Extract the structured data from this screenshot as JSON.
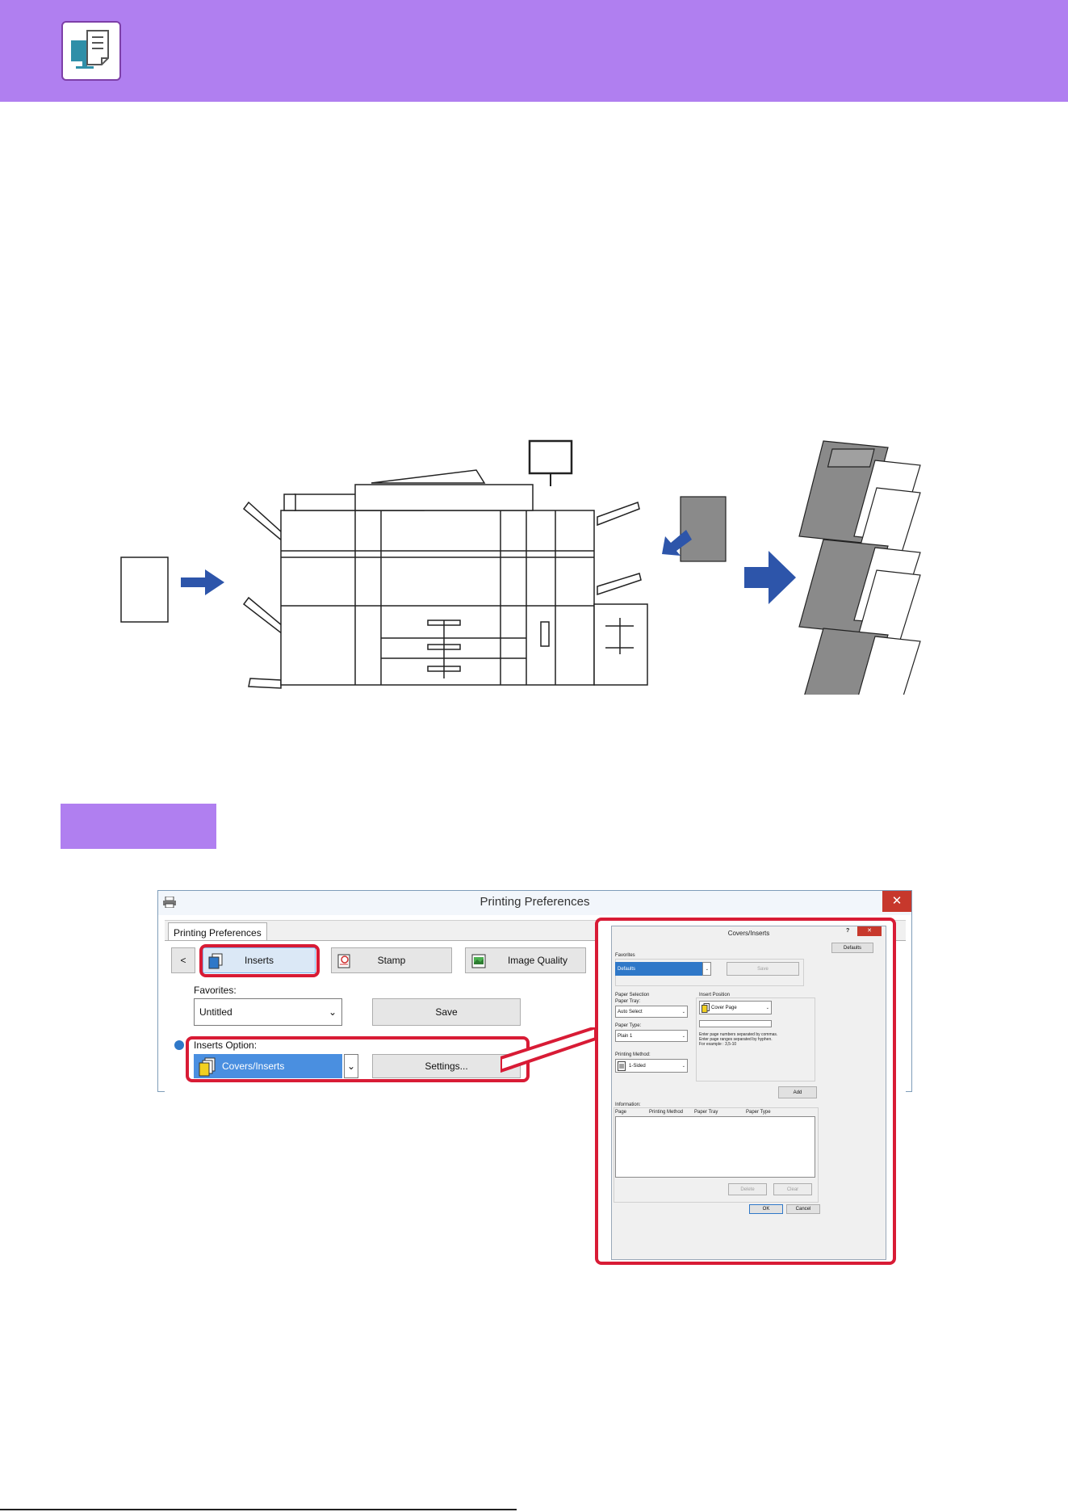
{
  "colors": {
    "header": "#b07ff0",
    "highlight": "#d81b35",
    "arrow": "#2d55aa",
    "selected": "#4a8fe0"
  },
  "icons": {
    "header": "computer-document-icon",
    "printer": "printer-icon",
    "inserts": "inserts-icon",
    "stamp": "stamp-icon",
    "image_quality": "image-quality-icon",
    "covers": "covers-inserts-icon"
  },
  "dialog": {
    "title": "Printing Preferences",
    "close_label": "✕",
    "tab": "Printing Preferences",
    "nav_back": "<",
    "tabs": {
      "inserts": "Inserts",
      "stamp": "Stamp",
      "image_quality": "Image Quality"
    },
    "favorites_label": "Favorites:",
    "favorites_value": "Untitled",
    "save_label": "Save",
    "inserts_option_label": "Inserts Option:",
    "inserts_option_value": "Covers/Inserts",
    "settings_label": "Settings..."
  },
  "covers_dialog": {
    "title": "Covers/Inserts",
    "help": "?",
    "close": "✕",
    "defaults": "Defaults",
    "favorites_label": "Favorites",
    "favorites_value": "Defaults",
    "save": "Save",
    "paper_selection": "Paper Selection",
    "paper_tray_label": "Paper Tray:",
    "paper_tray_value": "Auto Select",
    "paper_type_label": "Paper Type:",
    "paper_type_value": "Plain 1",
    "printing_method_label": "Printing Method:",
    "printing_method_value": "1-Sided",
    "insert_position": "Insert Position",
    "insert_position_value": "Cover Page",
    "hint_line1": "Enter page numbers separated by commas.",
    "hint_line2": "Enter page ranges separated by hyphen.",
    "hint_line3": "For example :  3,5-10",
    "add": "Add",
    "information": "Information:",
    "col_page": "Page",
    "col_printing_method": "Printing Method",
    "col_paper_tray": "Paper Tray",
    "col_paper_type": "Paper Type",
    "delete": "Delete",
    "clear": "Clear",
    "ok": "OK",
    "cancel": "Cancel"
  }
}
